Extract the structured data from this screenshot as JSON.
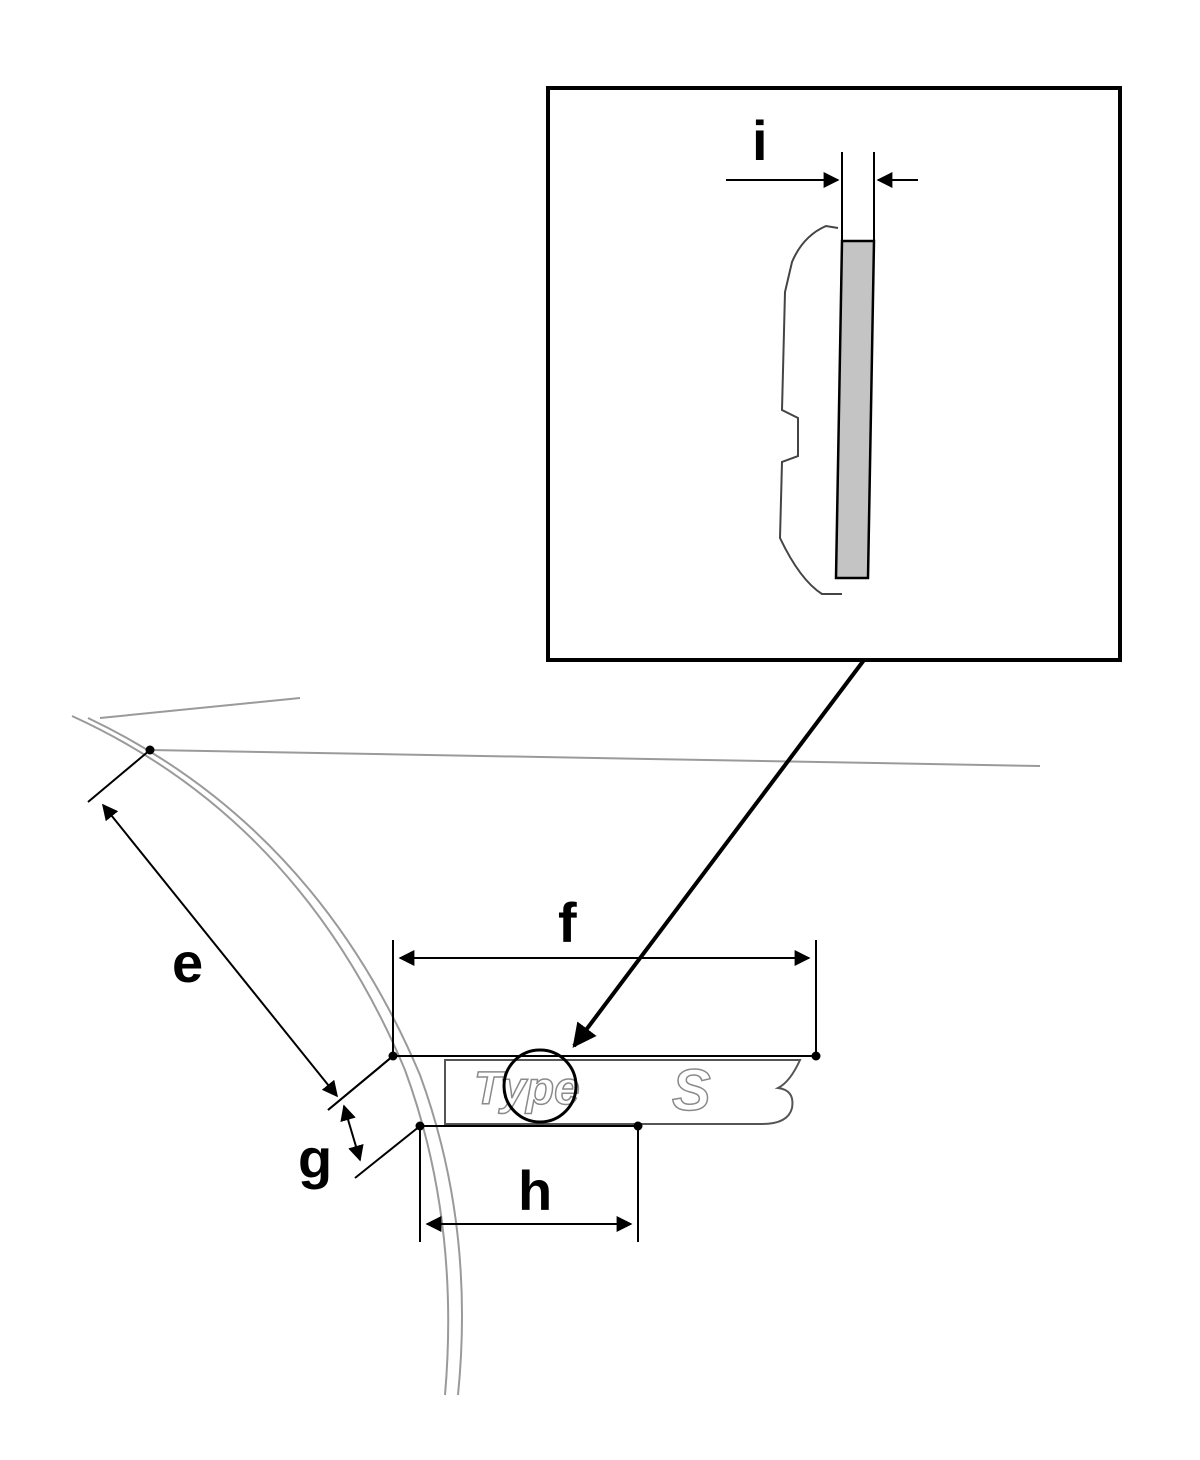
{
  "dimension_labels": {
    "e": "e",
    "f": "f",
    "g": "g",
    "h": "h",
    "i": "i"
  },
  "badge": {
    "text": "Type",
    "logo_letter": "S"
  },
  "colors": {
    "line": "#000000",
    "body_line": "#9a9a9a",
    "emblem_fill": "#c4c4c4"
  }
}
